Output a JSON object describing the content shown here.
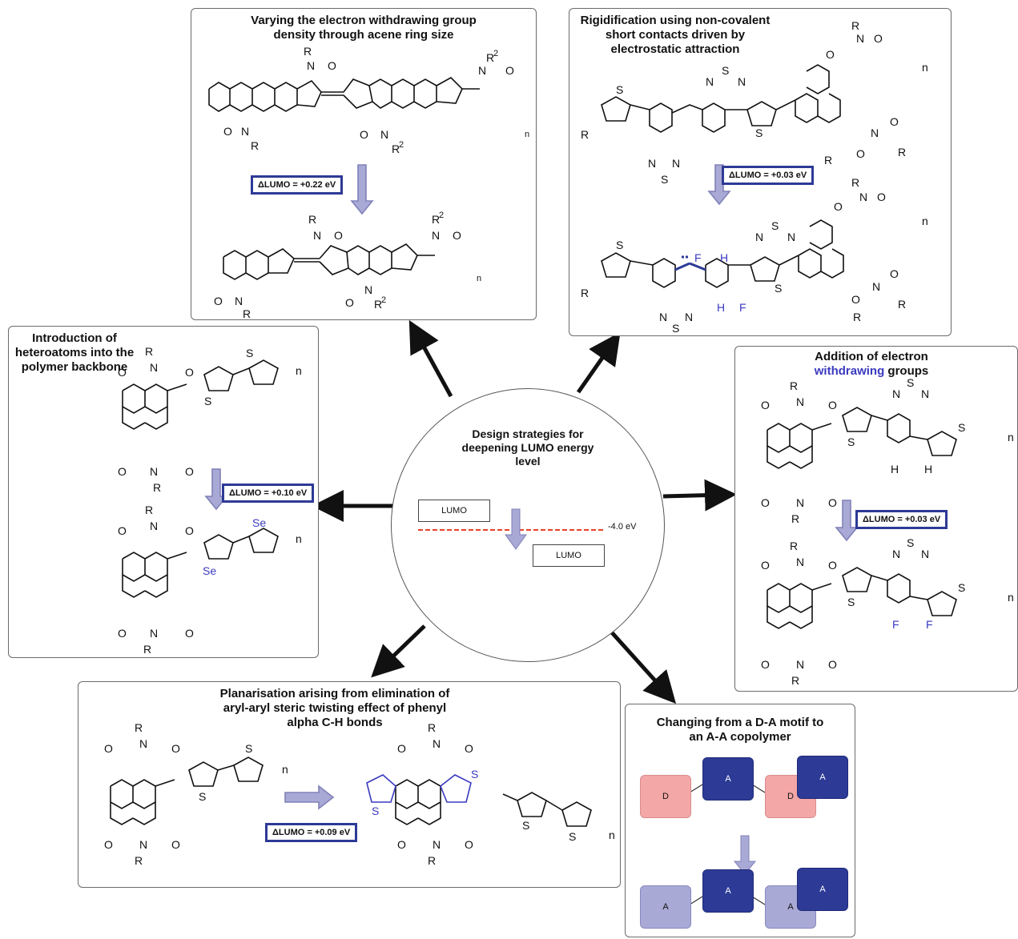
{
  "center": {
    "title": "Design strategies for deepening LUMO energy level",
    "lumo_upper": "LUMO",
    "lumo_lower": "LUMO",
    "threshold": "-4.0 eV",
    "colors": {
      "threshold_line": "#e8402a",
      "arrow": "#a9a9d6"
    }
  },
  "panels": {
    "acene": {
      "title": "Varying the electron withdrawing group density through acene ring size",
      "delta": "ΔLUMO = +0.22 eV"
    },
    "rigid": {
      "title": "Rigidification using non-covalent short contacts driven by electrostatic attraction",
      "delta": "ΔLUMO = +0.03 eV"
    },
    "hetero": {
      "title": "Introduction of heteroatoms into the polymer backbone",
      "delta": "ΔLUMO = +0.10 eV"
    },
    "ewg": {
      "title_1": "Addition of electron",
      "title_blue": "withdrawing",
      "title_2": "groups",
      "delta": "ΔLUMO = +0.03 eV"
    },
    "planar": {
      "title": "Planarisation arising from elimination of aryl-aryl steric twisting effect of phenyl alpha C-H bonds",
      "delta": "ΔLUMO = +0.09 eV"
    },
    "motif": {
      "title": "Changing from a D-A motif to an A-A copolymer",
      "top_blocks": [
        "D",
        "A",
        "D",
        "A"
      ],
      "bottom_blocks": [
        "A",
        "A",
        "A",
        "A"
      ]
    }
  },
  "labels": {
    "R": "R",
    "R2": "R",
    "sup2": "2",
    "n": "n",
    "N": "N",
    "O": "O",
    "S": "S",
    "Se": "Se",
    "F": "F",
    "H": "H"
  },
  "colors": {
    "accent": "#2d3a96",
    "hetero_blue": "#3a3ac0",
    "donor": "#f4a7a7",
    "acceptor": "#2d3a96",
    "acceptor_light": "#a9a9d6"
  }
}
